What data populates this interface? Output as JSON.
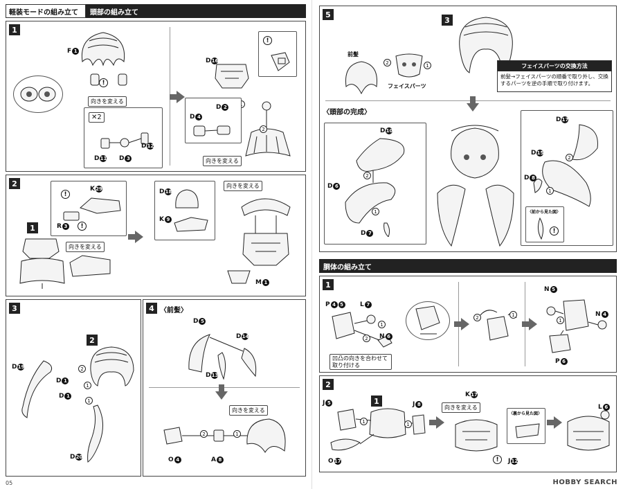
{
  "left_page": {
    "header_left": "軽装モードの組み立て",
    "header_right": "頭部の組み立て",
    "page_number": "05",
    "step1": {
      "num": "1",
      "note_change_dir": "向きを変える",
      "note_x2": "✕2",
      "labels": {
        "f1": "F",
        "d16": "D",
        "d4": "D",
        "d2": "D",
        "d11": "D",
        "d3": "D",
        "d12": "D"
      },
      "circ": {
        "f1": "1",
        "d16": "16",
        "d4": "4",
        "d2": "2",
        "d11": "11",
        "d3": "3",
        "d12": "12"
      },
      "note_change_dir_2": "向きを変える"
    },
    "step2": {
      "num": "2",
      "ref": "1",
      "note_change_dir": "向きを変える",
      "note_change_dir_2": "向きを変える",
      "labels": {
        "k29": "K",
        "r3": "R",
        "d18": "D",
        "k9": "K",
        "m1": "M"
      },
      "circ": {
        "k29": "29",
        "r3": "3",
        "d18": "18",
        "k9": "9",
        "m1": "1"
      }
    },
    "step3": {
      "num": "3",
      "ref": "2",
      "labels": {
        "d19": "D",
        "d1a": "D",
        "d1b": "D",
        "d20": "D"
      },
      "circ": {
        "d19": "19",
        "d1a": "1",
        "d1b": "1",
        "d20": "20"
      }
    },
    "step4": {
      "num": "4",
      "title": "〈前髪〉",
      "note_change_dir": "向きを変える",
      "labels": {
        "d5": "D",
        "d14": "D",
        "d13": "D",
        "o4": "O",
        "a8": "A"
      },
      "circ": {
        "d5": "5",
        "d14": "14",
        "d13": "13",
        "o4": "4",
        "a8": "8"
      }
    }
  },
  "right_page": {
    "step5": {
      "num": "5",
      "ref": "3",
      "label_bangs": "前髪",
      "label_face": "フェイスパーツ",
      "info_title": "フェイスパーツの交換方法",
      "info_body": "前髪→フェイスパーツの順番で取り外し、交換するパーツを逆の手順で取り付けます。",
      "complete_title": "〈頭部の完成〉",
      "front_view": "〈前から見た図〉",
      "labels": {
        "d10": "D",
        "d6": "D",
        "d7": "D",
        "d17": "D",
        "d15": "D",
        "d8": "D"
      },
      "circ": {
        "d10": "10",
        "d6": "6",
        "d7": "7",
        "d17": "17",
        "d15": "15",
        "d8": "8"
      }
    },
    "torso_header": "胴体の組み立て",
    "torso_step1": {
      "num": "1",
      "note_align": "凹凸の向きを合わせて取り付ける",
      "labels": {
        "p45": "P",
        "l7": "L",
        "n6": "N",
        "n5": "N",
        "n4": "N",
        "p6": "P"
      },
      "circ": {
        "p45": "4",
        "p45b": "5",
        "l7": "7",
        "n6": "6",
        "n5": "5",
        "n4": "4",
        "p6": "6"
      }
    },
    "torso_step2": {
      "num": "2",
      "ref": "1",
      "note_change_dir": "向きを変える",
      "back_view": "〈裏から見た図〉",
      "labels": {
        "j5": "J",
        "o17": "O",
        "j8": "J",
        "k17": "K",
        "j12": "J",
        "l6": "L"
      },
      "circ": {
        "j5": "5",
        "o17": "17",
        "j8": "8",
        "k17": "17",
        "j12": "12",
        "l6": "6"
      }
    },
    "watermark": "HOBBY SEARCH"
  }
}
